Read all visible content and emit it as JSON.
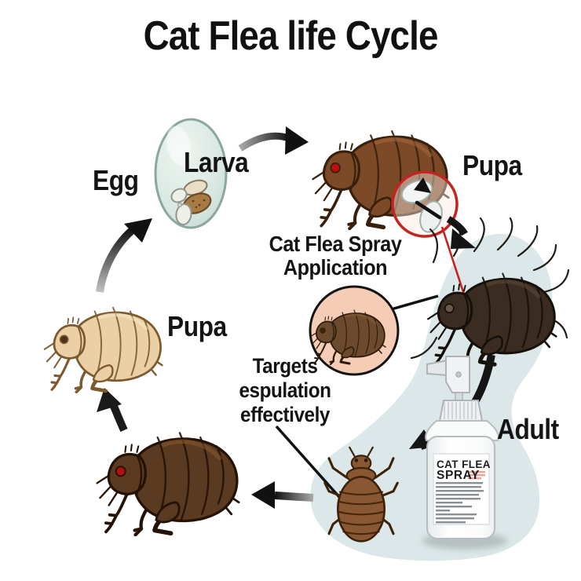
{
  "title": "Cat Flea life Cycle",
  "labels": {
    "egg": "Egg",
    "larva": "Larva",
    "pupa_top": "Pupa",
    "pupa_left": "Pupa",
    "adult": "Adult"
  },
  "callouts": {
    "spray_application": [
      "Cat Flea Spray",
      "Application"
    ],
    "targets": [
      "Targets",
      "espulation",
      "effectively"
    ]
  },
  "product_label": {
    "line1": "CAT FLEA",
    "line2": "SPRAY"
  },
  "colors": {
    "background": "#ffffff",
    "blob": "#dbe7e8",
    "egg_fill": "#d9e8e2",
    "egg_stroke": "#8aa89e",
    "inspect_circle_fill": "#f5cdb6",
    "red_accent": "#c42420",
    "arrow_black": "#151515",
    "text": "#141414",
    "flea_brown": "#7d4a27",
    "flea_dark": "#3a2c21",
    "flea_pale": "#ead0a4",
    "flea_deep_brown": "#5a3a20"
  }
}
